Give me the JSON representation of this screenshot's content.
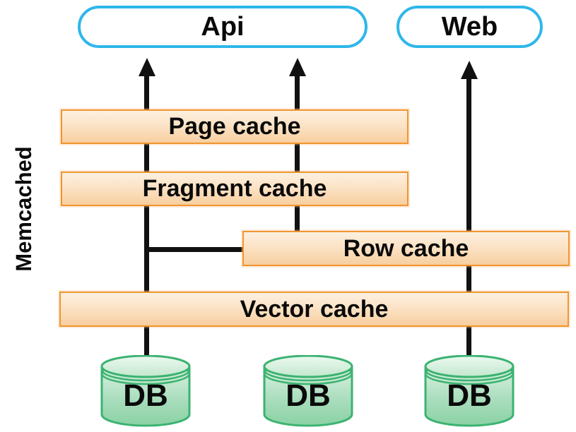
{
  "diagram": {
    "side_label": "Memcached",
    "consumers": [
      {
        "id": "api",
        "label": "Api"
      },
      {
        "id": "web",
        "label": "Web"
      }
    ],
    "cache_layers": [
      {
        "id": "page-cache",
        "label": "Page cache"
      },
      {
        "id": "fragment-cache",
        "label": "Fragment cache"
      },
      {
        "id": "row-cache",
        "label": "Row cache"
      },
      {
        "id": "vector-cache",
        "label": "Vector cache"
      }
    ],
    "databases": [
      {
        "id": "db-1",
        "label": "DB"
      },
      {
        "id": "db-2",
        "label": "DB"
      },
      {
        "id": "db-3",
        "label": "DB"
      }
    ],
    "colors": {
      "consumer_border": "#2fb7ea",
      "consumer_fill": "#ffffff",
      "cache_border": "#f0952f",
      "cache_fill_top": "#fdf0e0",
      "cache_fill_bottom": "#f8cfa0",
      "db_border": "#3cb371",
      "db_fill_light": "#d8f0df",
      "db_fill_dark": "#8fd3a8",
      "connector": "#111111",
      "text": "#0a0a0a",
      "background": "#ffffff"
    }
  }
}
